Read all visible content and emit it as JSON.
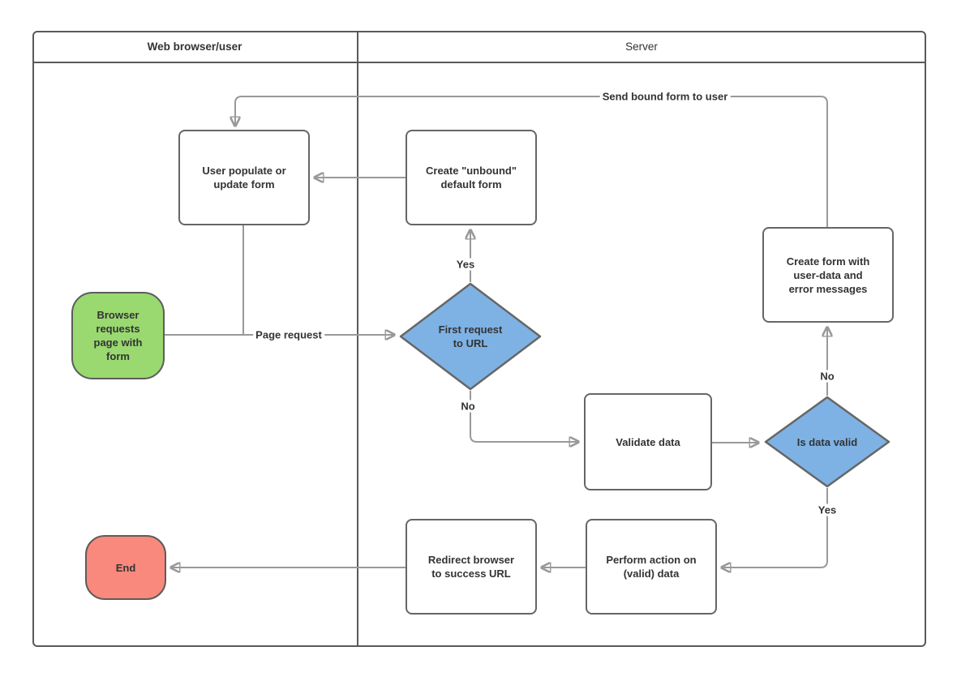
{
  "diagram": {
    "title_note": "",
    "lanes": [
      {
        "title": "Web browser/user"
      },
      {
        "title": "Server"
      }
    ],
    "nodes": {
      "browser_requests": {
        "label": "Browser\nrequests\npage with\nform",
        "type": "start-terminator",
        "fill": "#99D970"
      },
      "user_populate": {
        "label": "User populate or\nupdate form",
        "type": "process",
        "fill": "#ffffff"
      },
      "create_unbound": {
        "label": "Create \"unbound\"\ndefault form",
        "type": "process",
        "fill": "#ffffff"
      },
      "first_request": {
        "label": "First request\nto URL",
        "type": "decision",
        "fill": "#7EB2E4"
      },
      "validate_data": {
        "label": "Validate data",
        "type": "process",
        "fill": "#ffffff"
      },
      "is_data_valid": {
        "label": "Is data valid",
        "type": "decision",
        "fill": "#7EB2E4"
      },
      "create_form_errors": {
        "label": "Create form with\nuser-data and\nerror messages",
        "type": "process",
        "fill": "#ffffff"
      },
      "perform_action": {
        "label": "Perform action on\n(valid) data",
        "type": "process",
        "fill": "#ffffff"
      },
      "redirect_browser": {
        "label": "Redirect browser\nto success URL",
        "type": "process",
        "fill": "#ffffff"
      },
      "end": {
        "label": "End",
        "type": "end-terminator",
        "fill": "#F9897D"
      }
    },
    "edge_labels": {
      "send_bound_form": "Send bound form to user",
      "page_request": "Page request",
      "first_request_yes": "Yes",
      "first_request_no": "No",
      "data_valid_no": "No",
      "data_valid_yes": "Yes"
    },
    "colors": {
      "pool_border": "#595959",
      "node_border": "#666666",
      "connector": "#999999",
      "text": "#333333",
      "decision_fill": "#7EB2E4",
      "start_fill": "#99D970",
      "end_fill": "#F9897D",
      "background": "#ffffff"
    }
  }
}
